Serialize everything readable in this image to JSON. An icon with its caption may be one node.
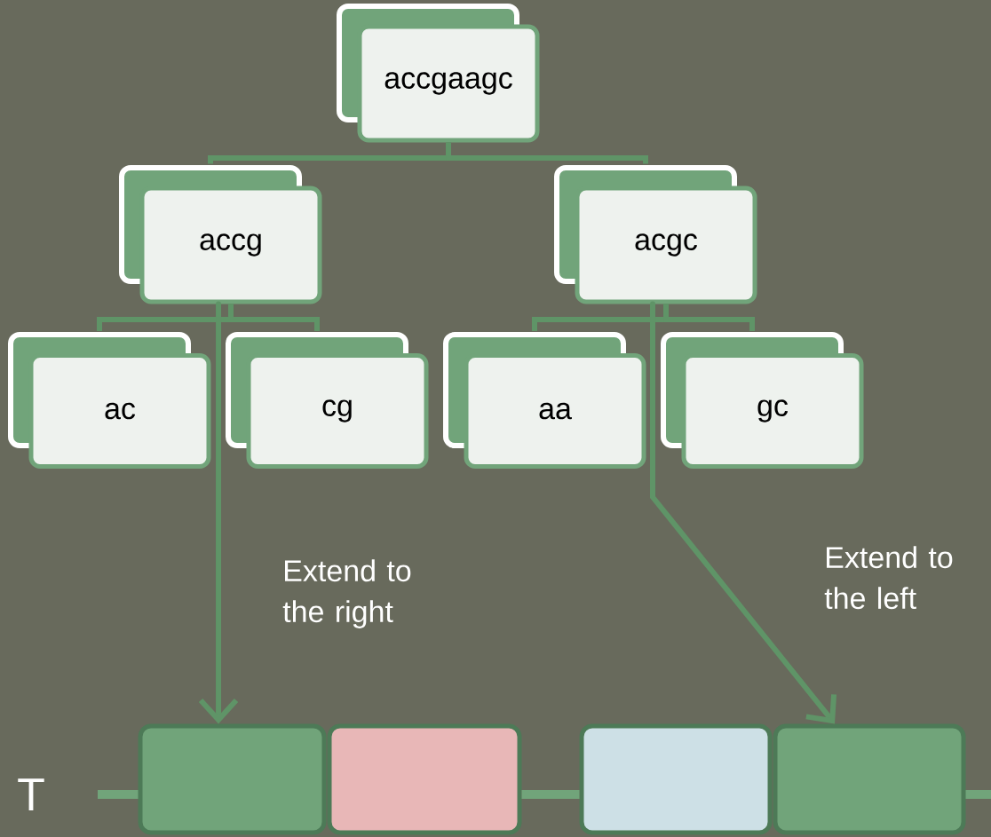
{
  "diagram": {
    "nodes": [
      {
        "text": [
          "accgaagc"
        ]
      },
      {
        "text": [
          "accg"
        ]
      },
      {
        "text": [
          "acgc"
        ]
      },
      {
        "text": [
          "ac"
        ]
      },
      {
        "text": [
          "cg"
        ]
      },
      {
        "text": [
          "aa"
        ]
      },
      {
        "text": [
          "gc"
        ]
      },
      {
        "text": [],
        "shape": "box"
      },
      {
        "text": [],
        "shape": "box"
      },
      {
        "text": [],
        "shape": "box"
      },
      {
        "text": [],
        "shape": "box"
      }
    ],
    "edges": [
      {
        "from": 0,
        "to": 1,
        "arrow": "none"
      },
      {
        "from": 0,
        "to": 2,
        "arrow": "none"
      },
      {
        "from": 1,
        "to": 3,
        "arrow": "none"
      },
      {
        "from": 1,
        "to": 4,
        "arrow": "none"
      },
      {
        "from": 2,
        "to": 5,
        "arrow": "none"
      },
      {
        "from": 2,
        "to": 6,
        "arrow": "none"
      },
      {
        "from": 1,
        "to": 7,
        "arrow": "to",
        "label": "Extend to the right"
      },
      {
        "from": 2,
        "to": 10,
        "arrow": "to",
        "label": "Extend to the left"
      },
      {
        "from": 8,
        "to": 9,
        "arrow": "none",
        "color": "#71a47a"
      }
    ],
    "labels": [
      "T"
    ]
  }
}
